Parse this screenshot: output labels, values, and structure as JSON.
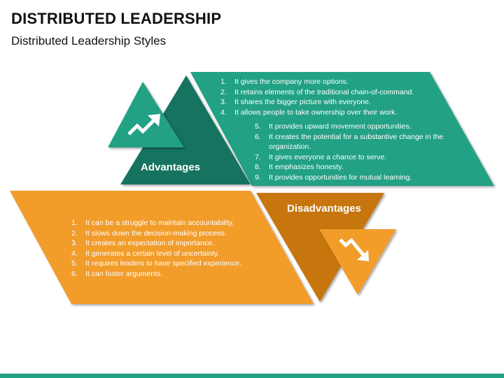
{
  "header": {
    "title": "DISTRIBUTED LEADERSHIP",
    "subtitle": "Distributed Leadership Styles"
  },
  "colors": {
    "teal": "#21A184",
    "dark_teal": "#15735E",
    "orange": "#F29C2B",
    "brown": "#C6760E",
    "text_on_shapes": "#FFFFFF"
  },
  "advantages": {
    "label": "Advantages",
    "icon": "trend-up-arrow-icon",
    "items_group_1": [
      {
        "num": "1.",
        "text": "It gives the company more options."
      },
      {
        "num": "2.",
        "text": "It retains elements of the traditional chain-of-command."
      },
      {
        "num": "3.",
        "text": "It shares the bigger picture with everyone."
      },
      {
        "num": "4.",
        "text": "It allows people to take ownership over their work."
      }
    ],
    "items_group_2": [
      {
        "num": "5.",
        "text": "It provides upward movement opportunities."
      },
      {
        "num": "6.",
        "text": "It creates the potential for a substantive change in the organization."
      },
      {
        "num": "7.",
        "text": "It gives everyone a chance to serve."
      },
      {
        "num": "8.",
        "text": "It emphasizes honesty."
      },
      {
        "num": "9.",
        "text": "It provides opportunities for mutual learning."
      }
    ]
  },
  "disadvantages": {
    "label": "Disadvantages",
    "icon": "trend-down-arrow-icon",
    "items": [
      {
        "num": "1.",
        "text": "It can be a struggle to maintain accountability."
      },
      {
        "num": "2.",
        "text": "It slows down the decision-making process."
      },
      {
        "num": "3.",
        "text": "It creates an expectation of importance."
      },
      {
        "num": "4.",
        "text": "It generates a certain level of uncertainty."
      },
      {
        "num": "5.",
        "text": "It requires leaders to have specified experience."
      },
      {
        "num": "6.",
        "text": "It can foster arguments."
      }
    ]
  }
}
